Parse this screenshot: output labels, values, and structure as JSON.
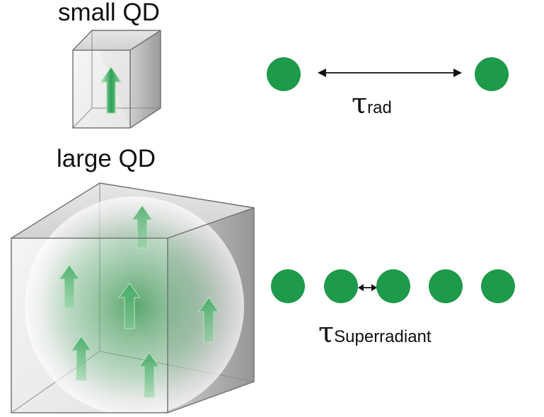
{
  "labels": {
    "small": "small QD",
    "large": "large QD"
  },
  "tau": {
    "symbol": "τ",
    "rad": "rad",
    "super": "Superradiant"
  },
  "colors": {
    "dot": "#1d9a4a",
    "arrow": "#2fa155",
    "cube_edge": "#6f6f6f"
  }
}
